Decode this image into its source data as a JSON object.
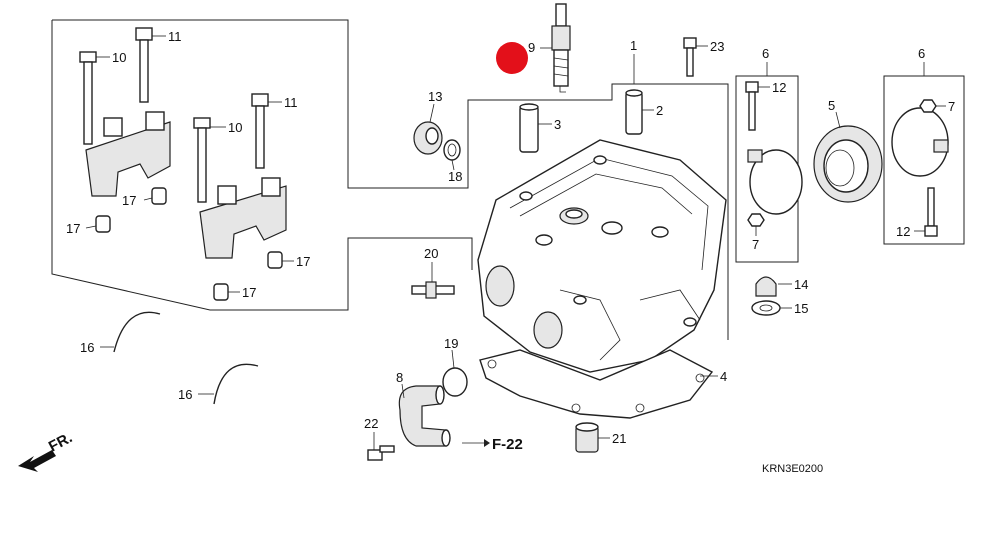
{
  "parts": {
    "p1": "1",
    "p2": "2",
    "p3": "3",
    "p4": "4",
    "p5": "5",
    "p6a": "6",
    "p6b": "6",
    "p7a": "7",
    "p7b": "7",
    "p8": "8",
    "p9": "9",
    "p10a": "10",
    "p10b": "10",
    "p11a": "11",
    "p11b": "11",
    "p12a": "12",
    "p12b": "12",
    "p13": "13",
    "p14": "14",
    "p15": "15",
    "p16a": "16",
    "p16b": "16",
    "p17a": "17",
    "p17b": "17",
    "p17c": "17",
    "p17d": "17",
    "p18": "18",
    "p19": "19",
    "p20": "20",
    "p21": "21",
    "p22": "22",
    "p23": "23"
  },
  "ref_label": "F-22",
  "direction_label": "FR.",
  "diagram_code": "KRN3E0200",
  "highlight": {
    "color": "#e3101a",
    "part": "9"
  }
}
